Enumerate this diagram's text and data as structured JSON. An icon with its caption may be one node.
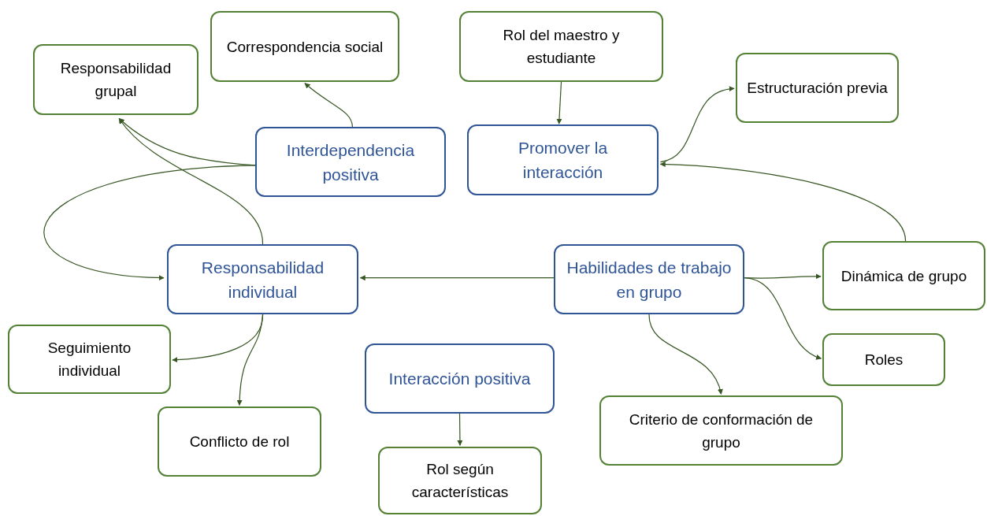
{
  "diagram": {
    "nodes": [
      {
        "text": [
          "Responsabilidad grupal"
        ]
      },
      {
        "text": [
          "Correspondencia social"
        ]
      },
      {
        "text": [
          "Rol del maestro y estudiante"
        ]
      },
      {
        "text": [
          "Estructuración previa"
        ]
      },
      {
        "text": [
          "Interdependencia positiva"
        ]
      },
      {
        "text": [
          "Promover la interacción"
        ]
      },
      {
        "text": [
          "Responsabilidad individual"
        ]
      },
      {
        "text": [
          "Habilidades de trabajo en grupo"
        ]
      },
      {
        "text": [
          "Dinámica de grupo"
        ]
      },
      {
        "text": [
          "Seguimiento individual"
        ]
      },
      {
        "text": [
          "Roles"
        ]
      },
      {
        "text": [
          "Interacción positiva"
        ]
      },
      {
        "text": [
          "Criterio de conformación de grupo"
        ]
      },
      {
        "text": [
          "Conflicto de rol"
        ]
      },
      {
        "text": [
          "Rol según características"
        ]
      }
    ],
    "edges": [
      {
        "from": 4,
        "to": 1,
        "arrow": "to"
      },
      {
        "from": 4,
        "to": 0,
        "arrow": "to"
      },
      {
        "from": 4,
        "to": 6,
        "arrow": "to"
      },
      {
        "from": 6,
        "to": 0,
        "arrow": "to"
      },
      {
        "from": 2,
        "to": 5,
        "arrow": "to"
      },
      {
        "from": 5,
        "to": 3,
        "arrow": "to"
      },
      {
        "from": 8,
        "to": 5,
        "arrow": "to"
      },
      {
        "from": 7,
        "to": 6,
        "arrow": "to"
      },
      {
        "from": 7,
        "to": 8,
        "arrow": "to"
      },
      {
        "from": 7,
        "to": 10,
        "arrow": "to"
      },
      {
        "from": 7,
        "to": 12,
        "arrow": "to"
      },
      {
        "from": 6,
        "to": 9,
        "arrow": "to"
      },
      {
        "from": 6,
        "to": 13,
        "arrow": "to"
      },
      {
        "from": 11,
        "to": 14,
        "arrow": "to"
      }
    ]
  }
}
